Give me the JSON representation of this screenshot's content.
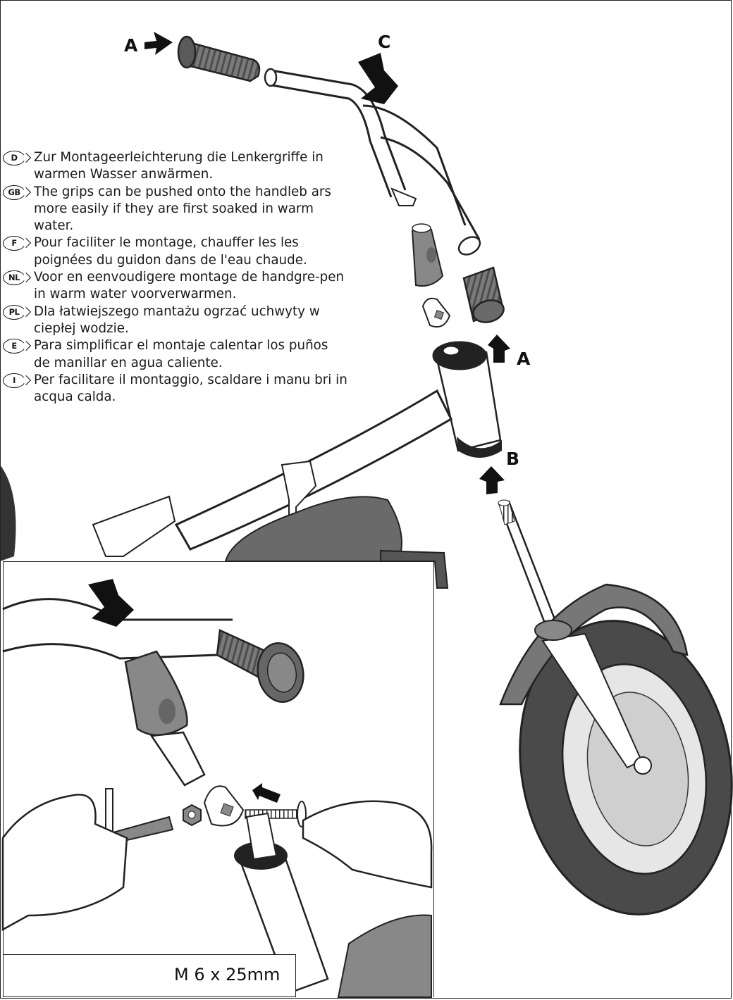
{
  "callouts": {
    "a_top": "A",
    "c": "C",
    "a_right": "A",
    "b": "B"
  },
  "instructions": [
    {
      "lang": "D",
      "text": "Zur Montageerleichterung die Lenkergriffe in warmen Wasser anwärmen."
    },
    {
      "lang": "GB",
      "text": "The grips can be pushed onto the handleb ars more easily if they are first soaked in warm water."
    },
    {
      "lang": "F",
      "text": "Pour faciliter le montage, chauffer les les poignées du guidon dans de l'eau chaude."
    },
    {
      "lang": "NL",
      "text": "Voor en eenvoudigere montage de handgre-pen in warm water voorverwarmen."
    },
    {
      "lang": "PL",
      "text": "Dla łatwiejszego mantażu ogrzać  uchwyty w ciepłej wodzie."
    },
    {
      "lang": "E",
      "text": "Para simplificar el montaje calentar los puños de manillar en agua caliente."
    },
    {
      "lang": "I",
      "text": "Per facilitare il montaggio, scaldare i manu bri in acqua calda."
    }
  ],
  "spec": {
    "label": "M 6 x 25mm"
  },
  "icons": [
    "arrow-icon",
    "bolt-icon",
    "nut-icon",
    "handlebar-grip-icon",
    "wheel-icon",
    "hand-icon",
    "hex-key-icon",
    "clamp-icon"
  ]
}
